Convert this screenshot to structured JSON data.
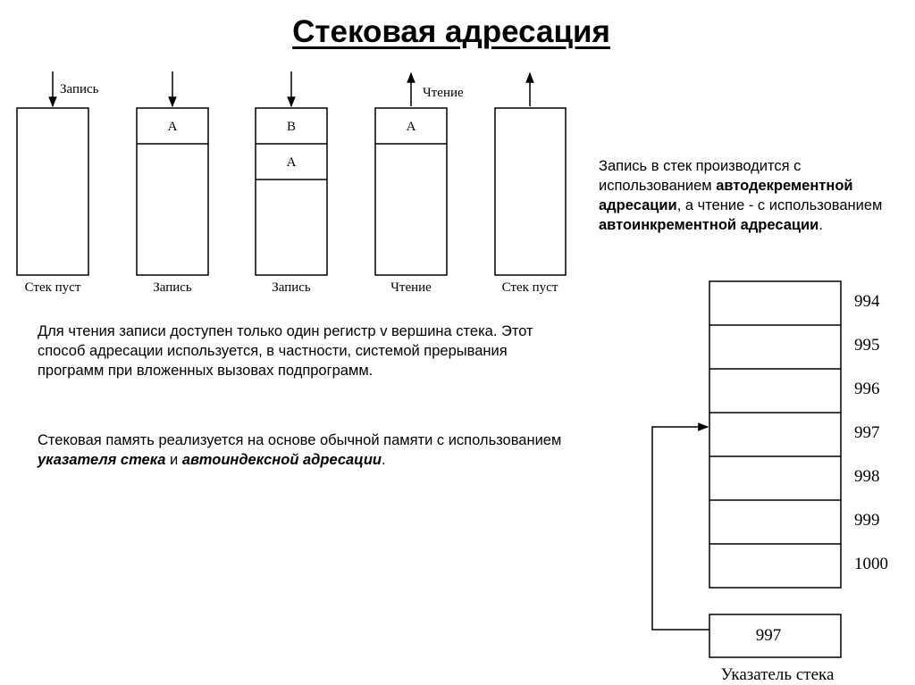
{
  "title": "Стековая адресация",
  "stacks": [
    {
      "caption": "Стек пуст",
      "arrow_label": "Запись",
      "cells": []
    },
    {
      "caption": "Запись",
      "arrow_label": "",
      "cells": [
        "A"
      ]
    },
    {
      "caption": "Запись",
      "arrow_label": "",
      "cells": [
        "B",
        "A"
      ]
    },
    {
      "caption": "Чтение",
      "arrow_label": "Чтение",
      "cells": [
        "A"
      ]
    },
    {
      "caption": "Стек пуст",
      "arrow_label": "",
      "cells": []
    }
  ],
  "right_paragraph": {
    "t1": "Запись в стек производится с использованием ",
    "b1": "автодекрементной адресации",
    "t2": ", а чтение - с использованием ",
    "b2": "автоинкрементной адресации",
    "t3": "."
  },
  "left_paragraph_1": "Для чтения записи доступен только один регистр v вершина стека. Этот способ адресации используется, в частности, системой прерывания программ при вложенных вызовах подпрограмм.",
  "left_paragraph_2": {
    "t1": "Стековая память реализуется на основе обычной памяти с использованием ",
    "bi1": "указателя стека",
    "t2": " и ",
    "bi2": "автоиндексной адресации",
    "t3": "."
  },
  "memory": {
    "addresses": [
      "994",
      "995",
      "996",
      "997",
      "998",
      "999",
      "1000"
    ],
    "pointer_value": "997",
    "pointer_label": "Указатель стека"
  }
}
